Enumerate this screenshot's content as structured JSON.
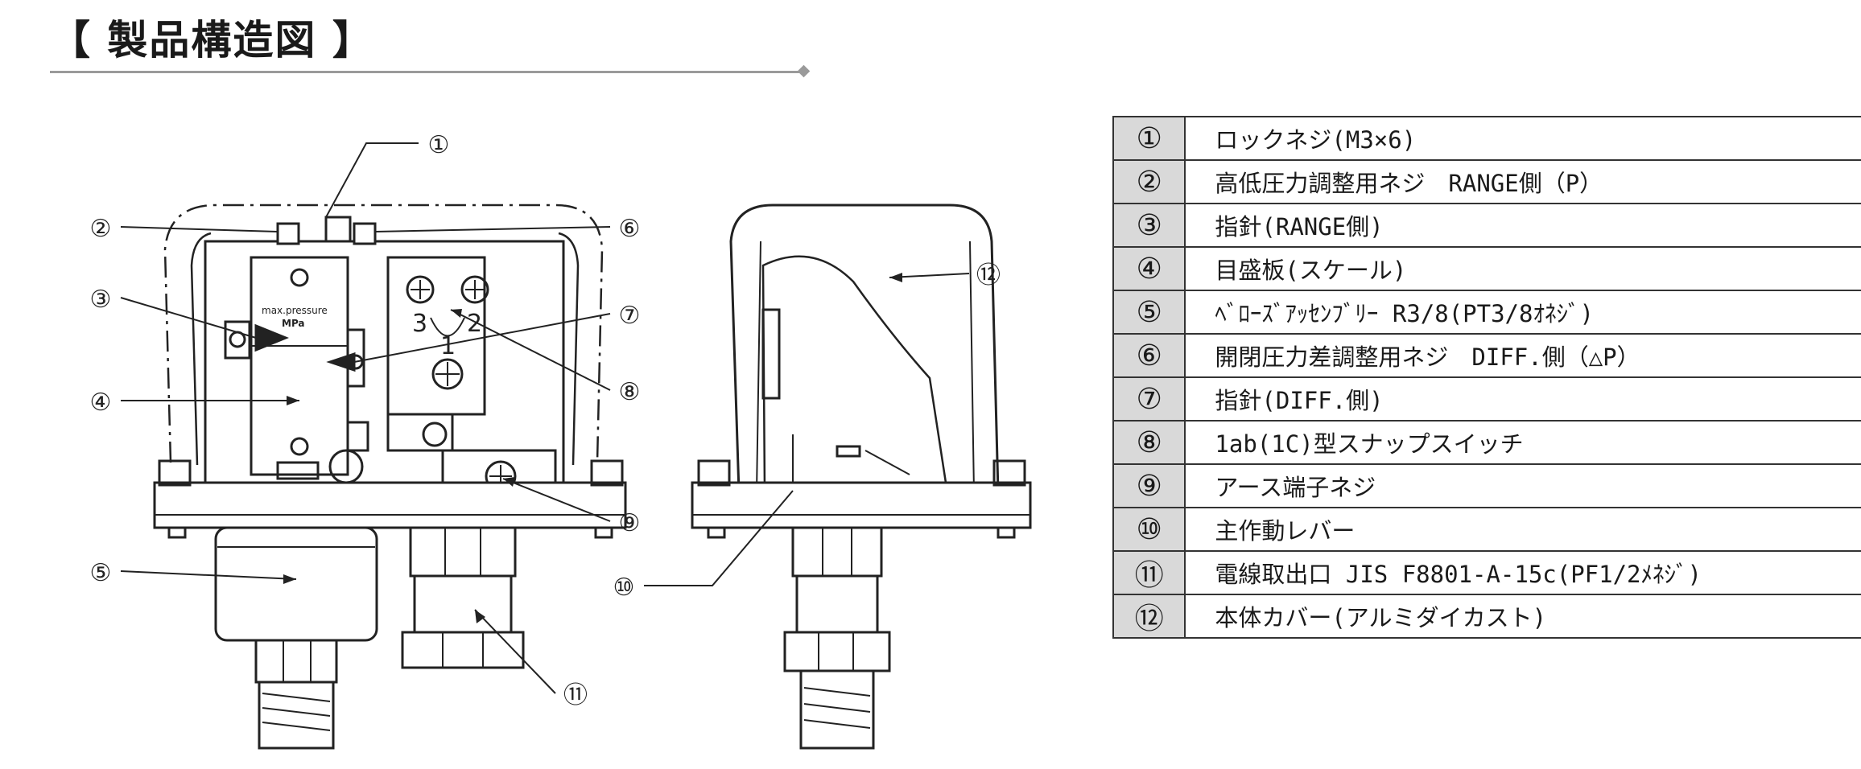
{
  "title": "【 製品構造図 】",
  "callouts": {
    "c1": "①",
    "c2": "②",
    "c3": "③",
    "c4": "④",
    "c5": "⑤",
    "c6": "⑥",
    "c7": "⑦",
    "c8": "⑧",
    "c9": "⑨",
    "c10": "⑩",
    "c11": "⑪",
    "c12": "⑫"
  },
  "device_marks": {
    "scale_label_1": "max.pressure",
    "scale_label_2": "MPa",
    "terminal_3": "3",
    "terminal_2": "2",
    "terminal_1": "1"
  },
  "legend": [
    {
      "num": "①",
      "text": "ロックネジ(M3×6)"
    },
    {
      "num": "②",
      "text": "高低圧力調整用ネジ　RANGE側（P）"
    },
    {
      "num": "③",
      "text": "指針(RANGE側)"
    },
    {
      "num": "④",
      "text": "目盛板(スケール)"
    },
    {
      "num": "⑤",
      "text": "ﾍﾞﾛｰｽﾞｱｯｾﾝﾌﾞﾘｰ R3/8(PT3/8ｵﾈｼﾞ)"
    },
    {
      "num": "⑥",
      "text": "開閉圧力差調整用ネジ　DIFF.側（△P）"
    },
    {
      "num": "⑦",
      "text": "指針(DIFF.側)"
    },
    {
      "num": "⑧",
      "text": "1ab(1C)型スナップスイッチ"
    },
    {
      "num": "⑨",
      "text": "アース端子ネジ"
    },
    {
      "num": "⑩",
      "text": "主作動レバー"
    },
    {
      "num": "⑪",
      "text": "電線取出口 JIS F8801-A-15c(PF1/2ﾒﾈｼﾞ)"
    },
    {
      "num": "⑫",
      "text": "本体カバー(アルミダイカスト)"
    }
  ]
}
